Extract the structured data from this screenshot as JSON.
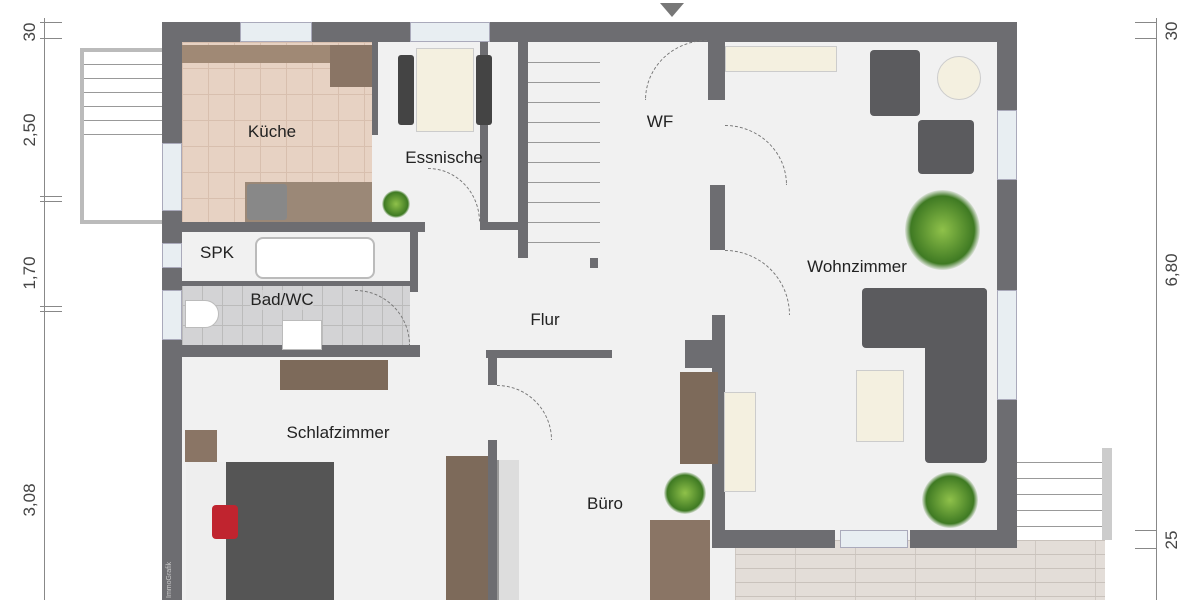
{
  "rooms": {
    "kueche": "Küche",
    "essnische": "Essnische",
    "wf": "WF",
    "spk": "SPK",
    "bad": "Bad/WC",
    "flur": "Flur",
    "wohnzimmer": "Wohnzimmer",
    "schlafzimmer": "Schlafzimmer",
    "buero": "Büro"
  },
  "dimensions": {
    "left": [
      "30",
      "2,50",
      "1,70",
      "3,08"
    ],
    "right": [
      "30",
      "6,80",
      "25"
    ]
  },
  "watermark": "ImmoGrafik",
  "colors": {
    "wall": "#6d6d71",
    "floor": "#f1f1f1",
    "kitchen_tile": "#e7d2c3",
    "bath_tile": "#d3d3d5",
    "terrace": "#e3ddd8"
  }
}
